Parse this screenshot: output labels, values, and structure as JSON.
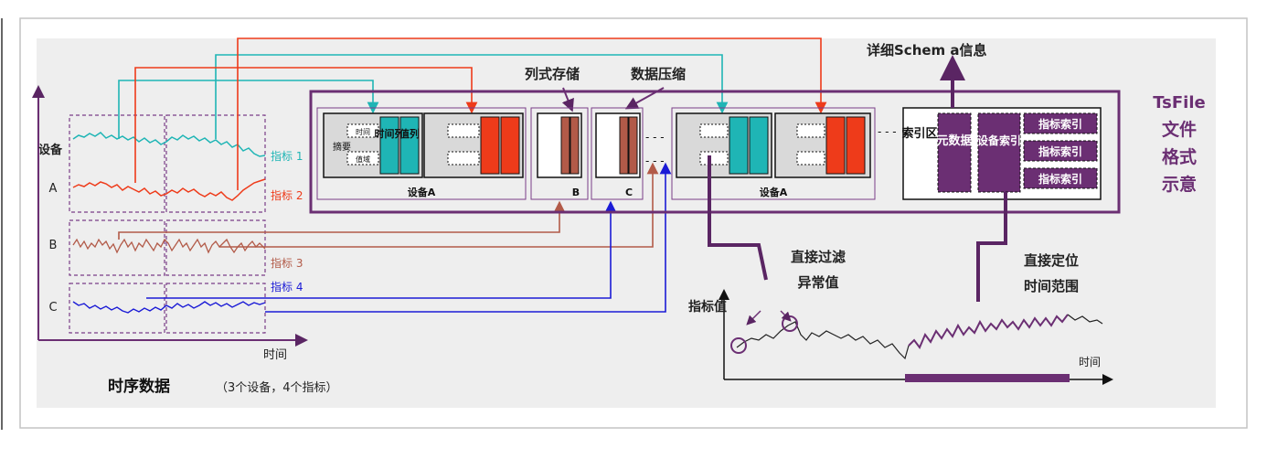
{
  "colors": {
    "cyan": "#1fb5b5",
    "red": "#ee3b1a",
    "brown": "#b25a48",
    "blue": "#1b1bd6",
    "purple": "#6b2f73",
    "purple_dark": "#5a2563",
    "panel_bg": "#eeeeee",
    "frame_border": "#c4c4c4"
  },
  "timeseries": {
    "y_axis_label": "设备",
    "devices": [
      "A",
      "B",
      "C"
    ],
    "metric_labels": [
      "指标 1",
      "指标 2",
      "指标 3",
      "指标 4"
    ],
    "x_axis_label": "时间",
    "title": "时序数据",
    "caption": "（3个设备，4个指标）"
  },
  "tsfile": {
    "label_column_store": "列式存储",
    "label_compression": "数据压缩",
    "label_schema": "详细Schem a信息",
    "title_lines": [
      "TsFile",
      "文件",
      "格式",
      "示意"
    ],
    "device_a_label": "设备A",
    "device_b_label": "B",
    "device_c_label": "C",
    "chunk_summary": "摘要",
    "chunk_time": "时间",
    "chunk_value": "值域",
    "col_time": "时间列",
    "col_value": "值列",
    "index_area": "索引区",
    "metadata": "元数据",
    "device_index": "设备索引",
    "metric_index": "指标索引",
    "ellipsis": "- - -"
  },
  "bottom_chart": {
    "y_label": "指标值",
    "x_label": "时间",
    "filter_label_1": "直接过滤",
    "filter_label_2": "异常值",
    "locate_label_1": "直接定位",
    "locate_label_2": "时间范围"
  }
}
